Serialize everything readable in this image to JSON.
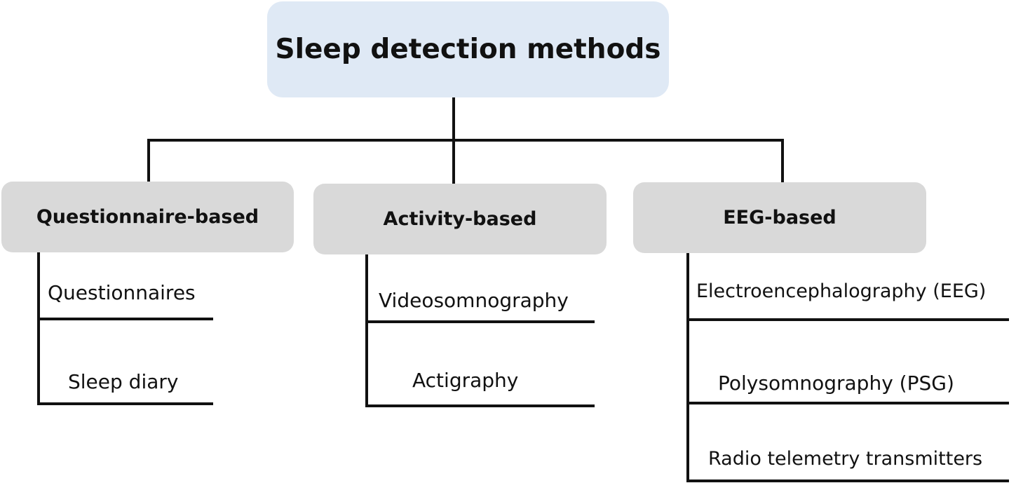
{
  "root": {
    "label": "Sleep detection methods"
  },
  "categories": [
    {
      "label": "Questionnaire-based",
      "items": [
        "Questionnaires",
        "Sleep diary"
      ]
    },
    {
      "label": "Activity-based",
      "items": [
        "Videosomnography",
        "Actigraphy"
      ]
    },
    {
      "label": "EEG-based",
      "items": [
        "Electroencephalography (EEG)",
        "Polysomnography (PSG)",
        "Radio telemetry transmitters"
      ]
    }
  ],
  "colors": {
    "root_fill": "#dfe9f5",
    "category_fill": "#d9d9d9",
    "line": "#111111"
  }
}
